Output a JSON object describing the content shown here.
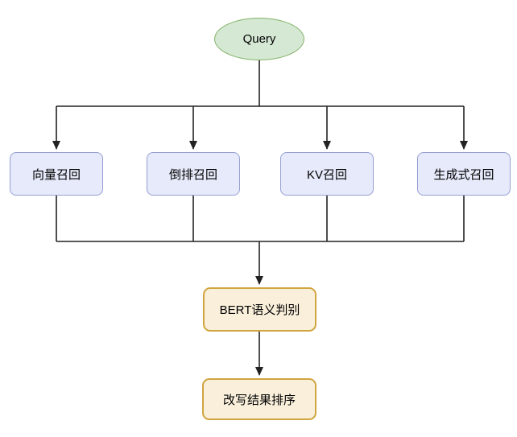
{
  "diagram": {
    "query_node": {
      "label": "Query"
    },
    "recall_nodes": [
      {
        "label": "向量召回"
      },
      {
        "label": "倒排召回"
      },
      {
        "label": "KV召回"
      },
      {
        "label": "生成式召回"
      }
    ],
    "bert_node": {
      "label": "BERT语义判别"
    },
    "rerank_node": {
      "label": "改写结果排序"
    },
    "colors": {
      "query_fill": "#d5e8d4",
      "query_stroke": "#82b366",
      "recall_fill": "#e6eafa",
      "recall_stroke": "#95a0d2",
      "process_fill": "#f9efdb",
      "process_stroke": "#d0a540",
      "connector": "#222222",
      "text": "#000000",
      "background": "#ffffff"
    }
  }
}
